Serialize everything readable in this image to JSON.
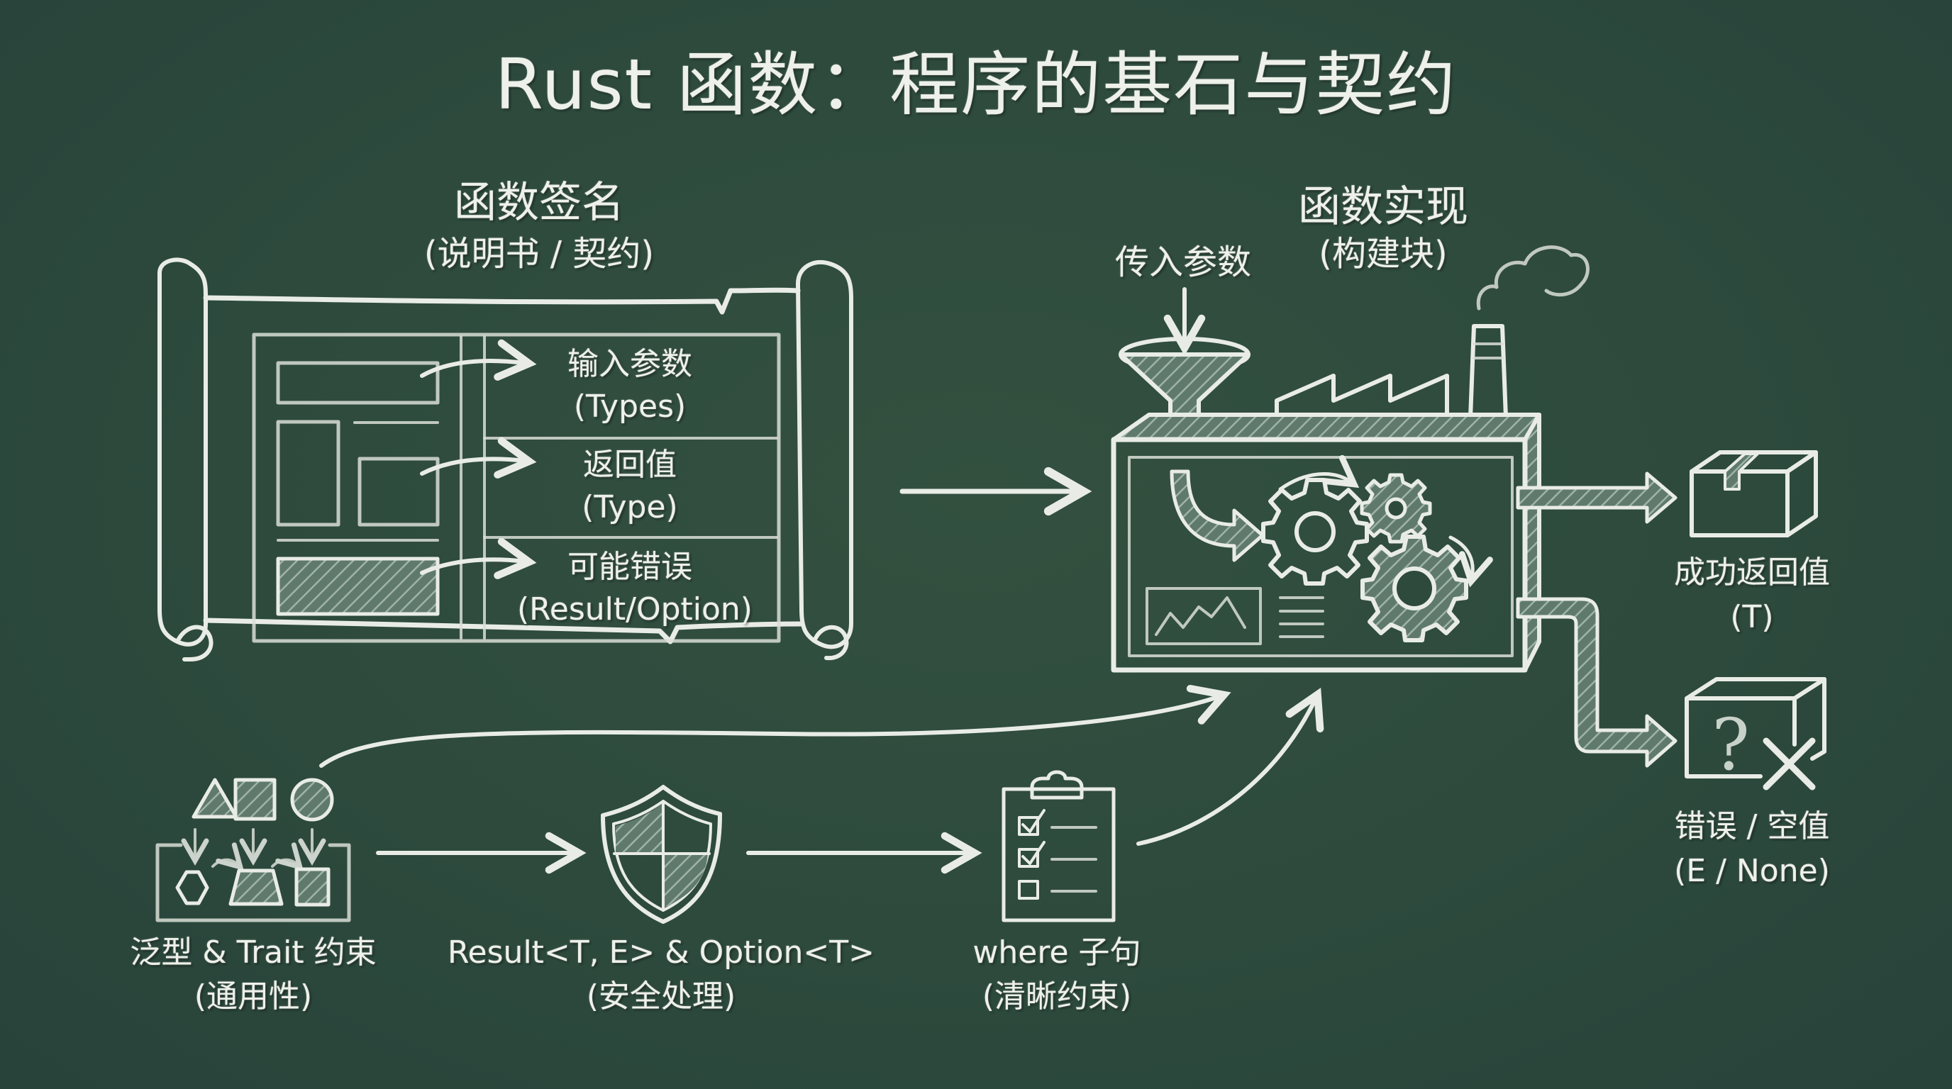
{
  "title": "Rust 函数：程序的基石与契约",
  "signature": {
    "heading": "函数签名",
    "subheading": "(说明书 / 契约)",
    "rows": [
      {
        "label": "输入参数",
        "sub": "(Types)"
      },
      {
        "label": "返回值",
        "sub": "(Type)"
      },
      {
        "label": "可能错误",
        "sub": "(Result/Option)"
      }
    ]
  },
  "implementation": {
    "heading": "函数实现",
    "subheading": "(构建块)",
    "input_label": "传入参数"
  },
  "outputs": {
    "success": {
      "label": "成功返回值",
      "sub": "(T)"
    },
    "failure": {
      "label": "错误 / 空值",
      "sub": "(E / None)"
    }
  },
  "concepts": [
    {
      "label": "泛型 & Trait 约束",
      "sub": "(通用性)",
      "icon": "shapes-generics-icon"
    },
    {
      "label": "Result<T, E> & Option<T>",
      "sub": "(安全处理)",
      "icon": "shield-icon"
    },
    {
      "label": "where 子句",
      "sub": "(清晰约束)",
      "icon": "clipboard-checklist-icon"
    }
  ],
  "colors": {
    "board": "#2d4a3d",
    "chalk": "#e9ece6"
  }
}
